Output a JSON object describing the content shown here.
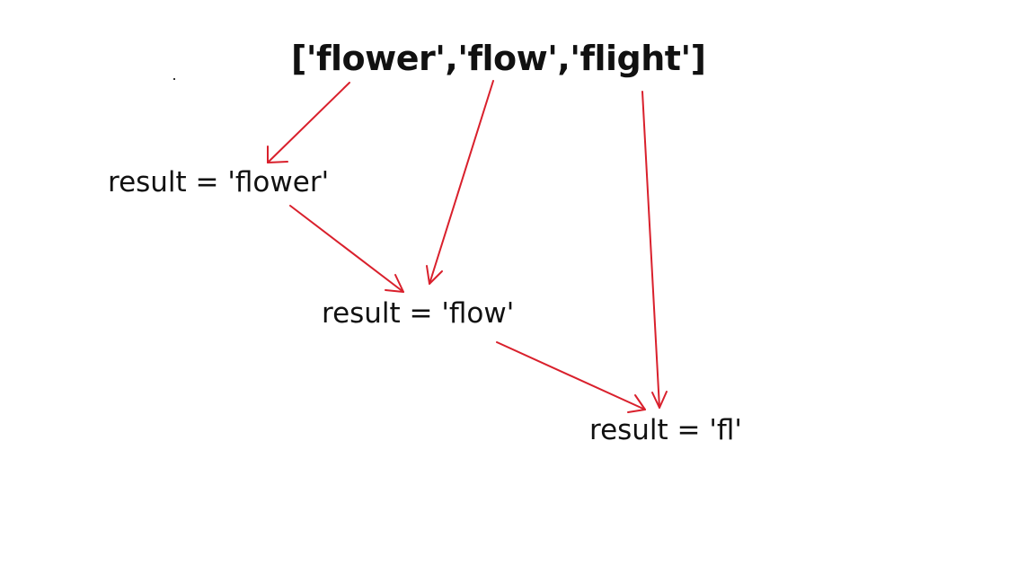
{
  "diagram": {
    "input_array": "['flower','flow','flight']",
    "steps": [
      {
        "text": "result = 'flower'"
      },
      {
        "text": "result = 'flow'"
      },
      {
        "text": "result = 'fl'"
      }
    ],
    "arrow_color": "#d9202c",
    "text_color": "#111111"
  }
}
